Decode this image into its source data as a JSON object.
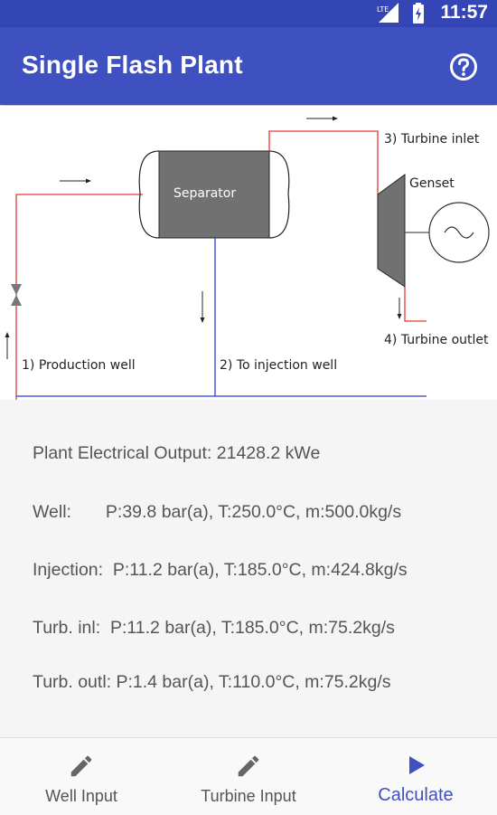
{
  "status_bar": {
    "time": "11:57",
    "network": "LTE",
    "icons": [
      "signal-icon",
      "battery-charging-icon"
    ]
  },
  "app_bar": {
    "title": "Single Flash Plant",
    "help_icon": "help-circle-icon"
  },
  "diagram": {
    "separator_label": "Separator",
    "genset_label": "Genset",
    "label_production_well": "1) Production well",
    "label_injection_well": "2) To injection well",
    "label_turbine_inlet": "3) Turbine inlet",
    "label_turbine_outlet": "4) Turbine outlet",
    "colors": {
      "hot": "#e53935",
      "cold": "#2a3fd8",
      "vessel": "#707070"
    }
  },
  "results": {
    "output": "Plant Electrical Output: 21428.2 kWe",
    "well": "Well:       P:39.8 bar(a), T:250.0°C, m:500.0kg/s",
    "injection": "Injection:  P:11.2 bar(a), T:185.0°C, m:424.8kg/s",
    "turb_inlet": "Turb. inl:  P:11.2 bar(a), T:185.0°C, m:75.2kg/s",
    "turb_outlet": "Turb. outl: P:1.4 bar(a), T:110.0°C, m:75.2kg/s"
  },
  "bottom_nav": {
    "items": [
      {
        "label": "Well Input",
        "icon": "pencil-icon",
        "active": false
      },
      {
        "label": "Turbine Input",
        "icon": "pencil-icon",
        "active": false
      },
      {
        "label": "Calculate",
        "icon": "play-icon",
        "active": true
      }
    ],
    "accent": "#3f51c0"
  }
}
